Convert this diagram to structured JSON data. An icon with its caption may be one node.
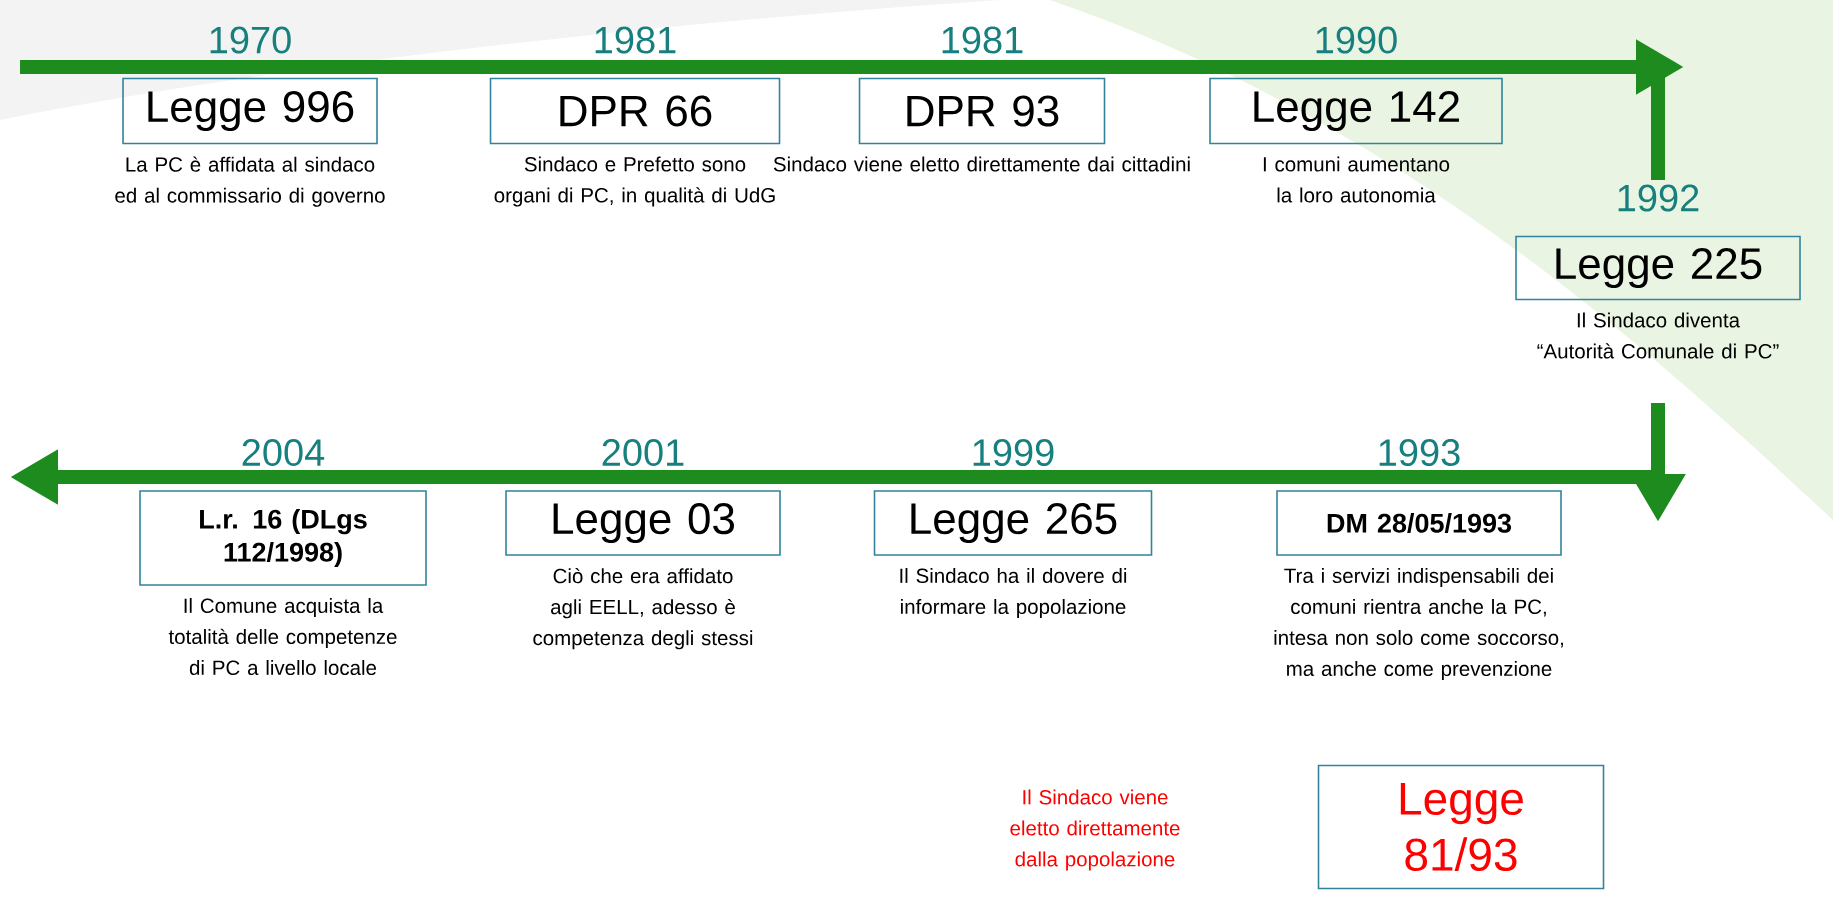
{
  "diagram": {
    "nodes": [
      {
        "text": [
          "1970",
          "Legge 996"
        ],
        "beside": [
          "La PC è affidata al sindaco ed al commissario di governo"
        ]
      },
      {
        "text": [
          "1981",
          "DPR 66"
        ],
        "beside": [
          "Sindaco e Prefetto sono organi di PC, in qualità di UdG"
        ]
      },
      {
        "text": [
          "1981",
          "DPR 93"
        ],
        "beside": [
          "Sindaco viene eletto direttamente dai cittadini"
        ]
      },
      {
        "text": [
          "1990",
          "Legge 142"
        ],
        "beside": [
          "I comuni aumentano la loro autonomia"
        ]
      },
      {
        "text": [
          "1992",
          "Legge 225"
        ],
        "beside": [
          "Il Sindaco diventa “Autorità Comunale di PC”"
        ]
      },
      {
        "text": [
          "2004",
          "L.r. 16 (DLgs 112/1998)"
        ],
        "beside": [
          "Il Comune acquista la totalità delle competenze di PC a livello locale"
        ]
      },
      {
        "text": [
          "2001",
          "Legge  03"
        ],
        "beside": [
          "Ciò che era affidato agli EELL, adesso è competenza degli stessi"
        ]
      },
      {
        "text": [
          "1999",
          "Legge 265"
        ],
        "beside": [
          "Il Sindaco ha il dovere di informare la popolazione"
        ]
      },
      {
        "text": [
          "1993",
          "DM 28/05/1993"
        ],
        "beside": [
          "Tra i servizi indispensabili dei comuni rientra anche la PC, intesa non solo come soccorso, ma anche come prevenzione"
        ]
      },
      {
        "text": [
          "Legge 81/93"
        ]
      }
    ],
    "labels": [
      "Il Sindaco viene eletto direttamente dalla popolazione"
    ]
  }
}
